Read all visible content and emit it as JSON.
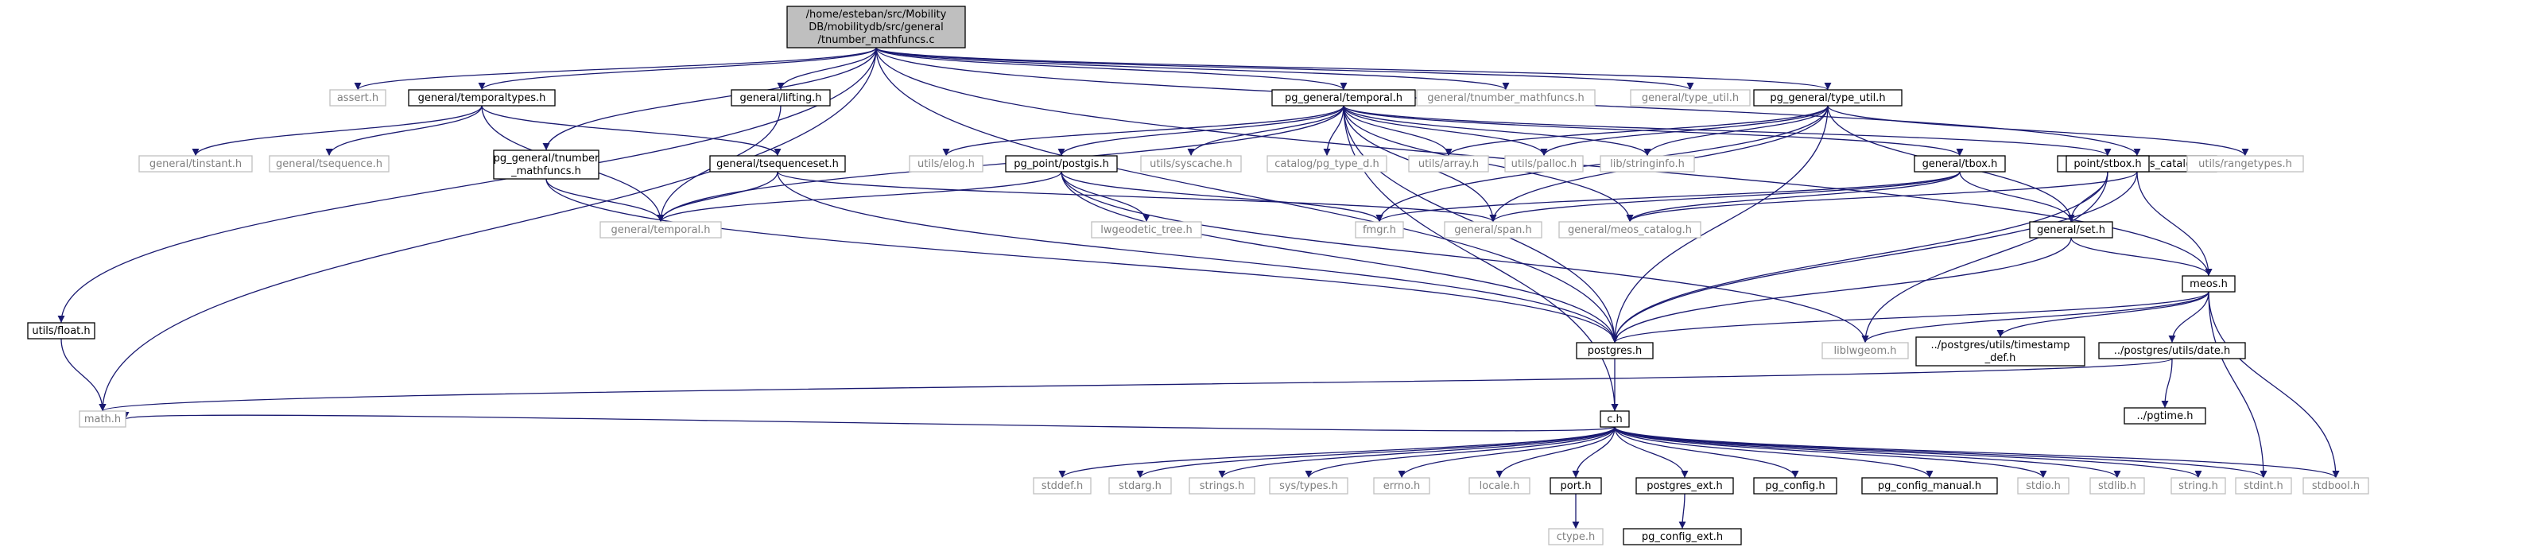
{
  "colors": {
    "edge": "#191970",
    "root_fill": "#bfbfbf",
    "root_stroke": "#000000",
    "documented_stroke": "#000000",
    "undocumented_stroke": "#bfbfbf",
    "undocumented_text": "#7f7f7f"
  },
  "nodes": [
    {
      "id": "root",
      "lines": [
        "/home/esteban/src/Mobility",
        "DB/mobilitydb/src/general",
        "/tnumber_mathfuncs.c"
      ],
      "kind": "root"
    },
    {
      "id": "float",
      "lines": [
        "utils/float.h"
      ],
      "kind": "doc"
    },
    {
      "id": "math",
      "lines": [
        "math.h"
      ],
      "kind": "undoc"
    },
    {
      "id": "assert",
      "lines": [
        "assert.h"
      ],
      "kind": "undoc"
    },
    {
      "id": "temporaltypes",
      "lines": [
        "general/temporaltypes.h"
      ],
      "kind": "doc"
    },
    {
      "id": "tinstant",
      "lines": [
        "general/tinstant.h"
      ],
      "kind": "undoc"
    },
    {
      "id": "tsequence",
      "lines": [
        "general/tsequence.h"
      ],
      "kind": "undoc"
    },
    {
      "id": "tsequenceset",
      "lines": [
        "general/tsequenceset.h"
      ],
      "kind": "doc"
    },
    {
      "id": "pgtnumber",
      "lines": [
        "pg_general/tnumber",
        "_mathfuncs.h"
      ],
      "kind": "doc"
    },
    {
      "id": "temporalh",
      "lines": [
        "general/temporal.h"
      ],
      "kind": "undoc"
    },
    {
      "id": "lifting",
      "lines": [
        "general/lifting.h"
      ],
      "kind": "doc"
    },
    {
      "id": "pgtemporal",
      "lines": [
        "pg_general/temporal.h"
      ],
      "kind": "doc"
    },
    {
      "id": "gtnumber",
      "lines": [
        "general/tnumber_mathfuncs.h"
      ],
      "kind": "undoc"
    },
    {
      "id": "gtypeutil",
      "lines": [
        "general/type_util.h"
      ],
      "kind": "undoc"
    },
    {
      "id": "pgtypeutil",
      "lines": [
        "pg_general/type_util.h"
      ],
      "kind": "doc"
    },
    {
      "id": "pgmeos",
      "lines": [
        "pg_general/meos_catalog.h"
      ],
      "kind": "doc"
    },
    {
      "id": "elog",
      "lines": [
        "utils/elog.h"
      ],
      "kind": "undoc"
    },
    {
      "id": "postgis",
      "lines": [
        "pg_point/postgis.h"
      ],
      "kind": "doc"
    },
    {
      "id": "syscache",
      "lines": [
        "utils/syscache.h"
      ],
      "kind": "undoc"
    },
    {
      "id": "pgtyped",
      "lines": [
        "catalog/pg_type_d.h"
      ],
      "kind": "undoc"
    },
    {
      "id": "array",
      "lines": [
        "utils/array.h"
      ],
      "kind": "undoc"
    },
    {
      "id": "palloc",
      "lines": [
        "utils/palloc.h"
      ],
      "kind": "undoc"
    },
    {
      "id": "stringinfo",
      "lines": [
        "lib/stringinfo.h"
      ],
      "kind": "undoc"
    },
    {
      "id": "tbox",
      "lines": [
        "general/tbox.h"
      ],
      "kind": "doc"
    },
    {
      "id": "stbox",
      "lines": [
        "point/stbox.h"
      ],
      "kind": "doc"
    },
    {
      "id": "rangetypes",
      "lines": [
        "utils/rangetypes.h"
      ],
      "kind": "undoc"
    },
    {
      "id": "lwgeodetic",
      "lines": [
        "lwgeodetic_tree.h"
      ],
      "kind": "undoc"
    },
    {
      "id": "fmgr",
      "lines": [
        "fmgr.h"
      ],
      "kind": "undoc"
    },
    {
      "id": "span",
      "lines": [
        "general/span.h"
      ],
      "kind": "undoc"
    },
    {
      "id": "gmeos",
      "lines": [
        "general/meos_catalog.h"
      ],
      "kind": "undoc"
    },
    {
      "id": "set",
      "lines": [
        "general/set.h"
      ],
      "kind": "doc"
    },
    {
      "id": "meos",
      "lines": [
        "meos.h"
      ],
      "kind": "doc"
    },
    {
      "id": "postgres",
      "lines": [
        "postgres.h"
      ],
      "kind": "doc"
    },
    {
      "id": "liblwgeom",
      "lines": [
        "liblwgeom.h"
      ],
      "kind": "undoc"
    },
    {
      "id": "timestamp",
      "lines": [
        "../postgres/utils/timestamp",
        "_def.h"
      ],
      "kind": "doc"
    },
    {
      "id": "date",
      "lines": [
        "../postgres/utils/date.h"
      ],
      "kind": "doc"
    },
    {
      "id": "pgtime",
      "lines": [
        "../pgtime.h"
      ],
      "kind": "doc"
    },
    {
      "id": "ch",
      "lines": [
        "c.h"
      ],
      "kind": "doc"
    },
    {
      "id": "stddef",
      "lines": [
        "stddef.h"
      ],
      "kind": "undoc"
    },
    {
      "id": "stdarg",
      "lines": [
        "stdarg.h"
      ],
      "kind": "undoc"
    },
    {
      "id": "strings",
      "lines": [
        "strings.h"
      ],
      "kind": "undoc"
    },
    {
      "id": "systypes",
      "lines": [
        "sys/types.h"
      ],
      "kind": "undoc"
    },
    {
      "id": "errno",
      "lines": [
        "errno.h"
      ],
      "kind": "undoc"
    },
    {
      "id": "locale",
      "lines": [
        "locale.h"
      ],
      "kind": "undoc"
    },
    {
      "id": "port",
      "lines": [
        "port.h"
      ],
      "kind": "doc"
    },
    {
      "id": "pgext",
      "lines": [
        "postgres_ext.h"
      ],
      "kind": "doc"
    },
    {
      "id": "pgconfig",
      "lines": [
        "pg_config.h"
      ],
      "kind": "doc"
    },
    {
      "id": "pgconfigmanual",
      "lines": [
        "pg_config_manual.h"
      ],
      "kind": "doc"
    },
    {
      "id": "stdio",
      "lines": [
        "stdio.h"
      ],
      "kind": "undoc"
    },
    {
      "id": "stdlib",
      "lines": [
        "stdlib.h"
      ],
      "kind": "undoc"
    },
    {
      "id": "string",
      "lines": [
        "string.h"
      ],
      "kind": "undoc"
    },
    {
      "id": "stdint",
      "lines": [
        "stdint.h"
      ],
      "kind": "undoc"
    },
    {
      "id": "stdbool",
      "lines": [
        "stdbool.h"
      ],
      "kind": "undoc"
    },
    {
      "id": "ctype",
      "lines": [
        "ctype.h"
      ],
      "kind": "undoc"
    },
    {
      "id": "pgconfigext",
      "lines": [
        "pg_config_ext.h"
      ],
      "kind": "doc"
    }
  ],
  "edges": [
    [
      "root",
      "float"
    ],
    [
      "root",
      "math"
    ],
    [
      "root",
      "assert"
    ],
    [
      "root",
      "temporaltypes"
    ],
    [
      "root",
      "pgtnumber"
    ],
    [
      "root",
      "lifting"
    ],
    [
      "root",
      "pgtemporal"
    ],
    [
      "root",
      "gtnumber"
    ],
    [
      "root",
      "gtypeutil"
    ],
    [
      "root",
      "pgtypeutil"
    ],
    [
      "root",
      "pgmeos"
    ],
    [
      "root",
      "meos"
    ],
    [
      "root",
      "postgres"
    ],
    [
      "float",
      "math"
    ],
    [
      "temporaltypes",
      "tinstant"
    ],
    [
      "temporaltypes",
      "tsequence"
    ],
    [
      "temporaltypes",
      "tsequenceset"
    ],
    [
      "temporaltypes",
      "temporalh"
    ],
    [
      "tsequenceset",
      "temporalh"
    ],
    [
      "tsequenceset",
      "span"
    ],
    [
      "tsequenceset",
      "postgres"
    ],
    [
      "pgtnumber",
      "temporalh"
    ],
    [
      "pgtnumber",
      "postgres"
    ],
    [
      "lifting",
      "temporalh"
    ],
    [
      "pgtemporal",
      "elog"
    ],
    [
      "pgtemporal",
      "postgis"
    ],
    [
      "pgtemporal",
      "syscache"
    ],
    [
      "pgtemporal",
      "pgtyped"
    ],
    [
      "pgtemporal",
      "array"
    ],
    [
      "pgtemporal",
      "palloc"
    ],
    [
      "pgtemporal",
      "stringinfo"
    ],
    [
      "pgtemporal",
      "tbox"
    ],
    [
      "pgtemporal",
      "stbox"
    ],
    [
      "pgtemporal",
      "temporalh"
    ],
    [
      "pgtemporal",
      "span"
    ],
    [
      "pgtemporal",
      "gmeos"
    ],
    [
      "pgtemporal",
      "postgres"
    ],
    [
      "pgtemporal",
      "ch"
    ],
    [
      "pgtypeutil",
      "array"
    ],
    [
      "pgtypeutil",
      "palloc"
    ],
    [
      "pgtypeutil",
      "stringinfo"
    ],
    [
      "pgtypeutil",
      "rangetypes"
    ],
    [
      "pgtypeutil",
      "set"
    ],
    [
      "pgtypeutil",
      "span"
    ],
    [
      "pgtypeutil",
      "fmgr"
    ],
    [
      "pgtypeutil",
      "postgres"
    ],
    [
      "pgmeos",
      "gmeos"
    ],
    [
      "pgmeos",
      "meos"
    ],
    [
      "pgmeos",
      "postgres"
    ],
    [
      "postgis",
      "lwgeodetic"
    ],
    [
      "postgis",
      "fmgr"
    ],
    [
      "postgis",
      "liblwgeom"
    ],
    [
      "postgis",
      "postgres"
    ],
    [
      "postgis",
      "temporalh"
    ],
    [
      "tbox",
      "set"
    ],
    [
      "tbox",
      "span"
    ],
    [
      "tbox",
      "gmeos"
    ],
    [
      "tbox",
      "fmgr"
    ],
    [
      "stbox",
      "set"
    ],
    [
      "stbox",
      "postgres"
    ],
    [
      "stbox",
      "liblwgeom"
    ],
    [
      "set",
      "meos"
    ],
    [
      "set",
      "postgres"
    ],
    [
      "meos",
      "postgres"
    ],
    [
      "meos",
      "liblwgeom"
    ],
    [
      "meos",
      "timestamp"
    ],
    [
      "meos",
      "date"
    ],
    [
      "meos",
      "stdint"
    ],
    [
      "meos",
      "stdbool"
    ],
    [
      "date",
      "pgtime"
    ],
    [
      "date",
      "math"
    ],
    [
      "postgres",
      "ch"
    ],
    [
      "ch",
      "stddef"
    ],
    [
      "ch",
      "stdarg"
    ],
    [
      "ch",
      "strings"
    ],
    [
      "ch",
      "systypes"
    ],
    [
      "ch",
      "errno"
    ],
    [
      "ch",
      "locale"
    ],
    [
      "ch",
      "port"
    ],
    [
      "ch",
      "pgext"
    ],
    [
      "ch",
      "pgconfig"
    ],
    [
      "ch",
      "pgconfigmanual"
    ],
    [
      "ch",
      "stdio"
    ],
    [
      "ch",
      "stdlib"
    ],
    [
      "ch",
      "string"
    ],
    [
      "ch",
      "stdint"
    ],
    [
      "ch",
      "stdbool"
    ],
    [
      "ch",
      "math"
    ],
    [
      "port",
      "ctype"
    ],
    [
      "pgext",
      "pgconfigext"
    ]
  ]
}
